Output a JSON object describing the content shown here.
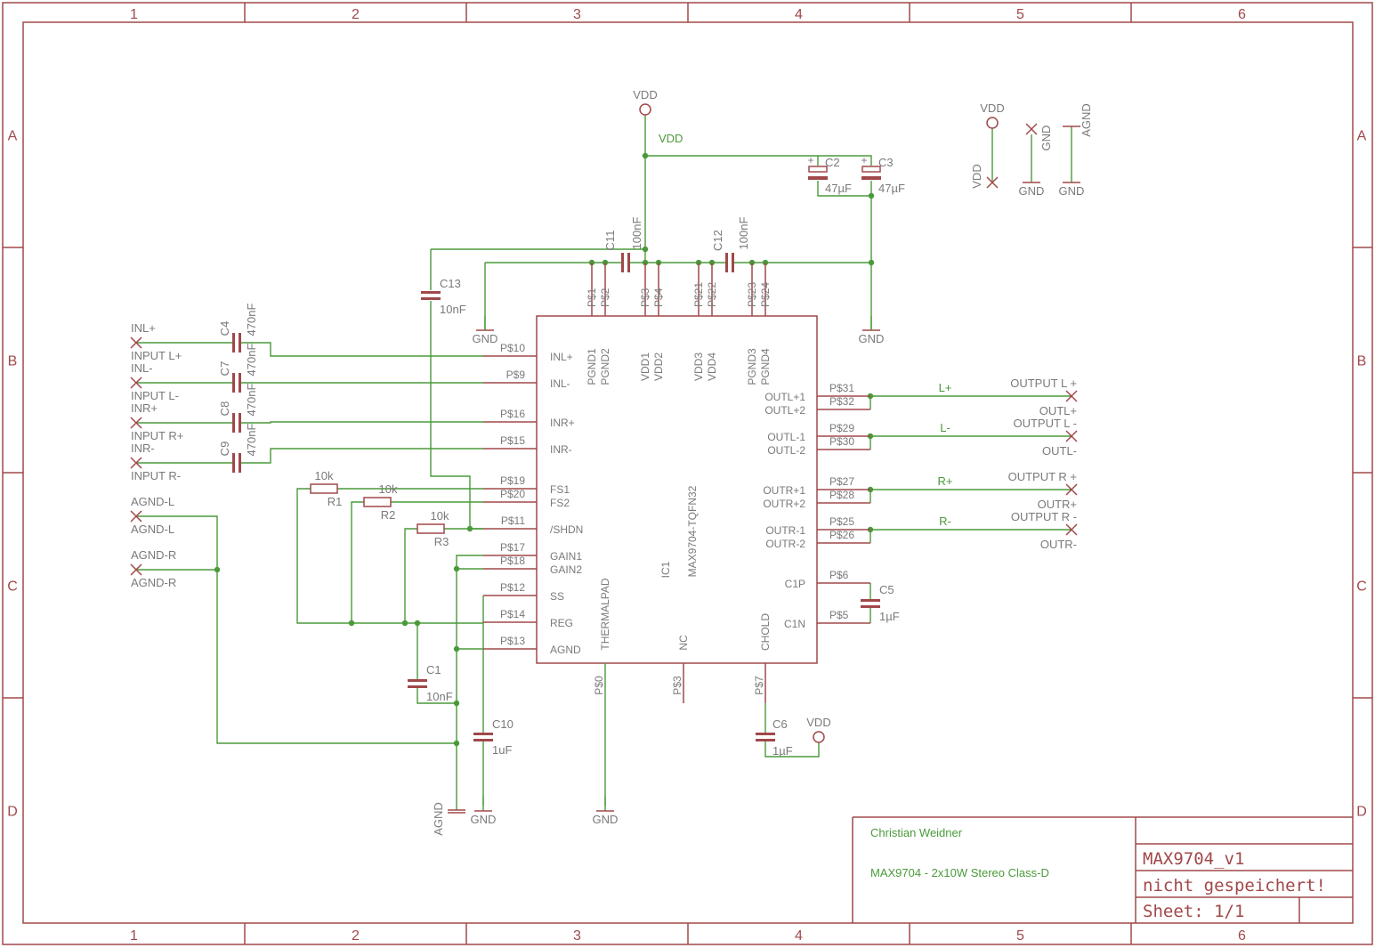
{
  "frame": {
    "columns": [
      "1",
      "2",
      "3",
      "4",
      "5",
      "6"
    ],
    "rows": [
      "A",
      "B",
      "C",
      "D"
    ]
  },
  "title_block": {
    "author": "Christian Weidner",
    "description": "MAX9704 - 2x10W Stereo Class-D",
    "drawing_name": "MAX9704_v1",
    "status": "nicht gespeichert!",
    "sheet": "Sheet: 1/1"
  },
  "ic": {
    "name": "IC1",
    "value": "MAX9704-TQFN32",
    "left_pins": [
      {
        "num": "P$10",
        "name": "INL+"
      },
      {
        "num": "P$9",
        "name": "INL-"
      },
      {
        "num": "P$16",
        "name": "INR+"
      },
      {
        "num": "P$15",
        "name": "INR-"
      },
      {
        "num": "P$19",
        "name": "FS1"
      },
      {
        "num": "P$20",
        "name": "FS2"
      },
      {
        "num": "P$11",
        "name": "/SHDN"
      },
      {
        "num": "P$17",
        "name": "GAIN1"
      },
      {
        "num": "P$18",
        "name": "GAIN2"
      },
      {
        "num": "P$12",
        "name": "SS"
      },
      {
        "num": "P$14",
        "name": "REG"
      },
      {
        "num": "P$13",
        "name": "AGND"
      }
    ],
    "right_pins": [
      {
        "num": "P$31",
        "name": "OUTL+1"
      },
      {
        "num": "P$32",
        "name": "OUTL+2"
      },
      {
        "num": "P$29",
        "name": "OUTL-1"
      },
      {
        "num": "P$30",
        "name": "OUTL-2"
      },
      {
        "num": "P$27",
        "name": "OUTR+1"
      },
      {
        "num": "P$28",
        "name": "OUTR+2"
      },
      {
        "num": "P$25",
        "name": "OUTR-1"
      },
      {
        "num": "P$26",
        "name": "OUTR-2"
      },
      {
        "num": "P$6",
        "name": "C1P"
      },
      {
        "num": "P$5",
        "name": "C1N"
      }
    ],
    "top_pins": [
      {
        "num": "P$1",
        "name": "PGND1"
      },
      {
        "num": "P$2",
        "name": "PGND2"
      },
      {
        "num": "P$3",
        "name": "VDD1"
      },
      {
        "num": "P$4",
        "name": "VDD2"
      },
      {
        "num": "P$21",
        "name": "VDD3"
      },
      {
        "num": "P$22",
        "name": "VDD4"
      },
      {
        "num": "P$23",
        "name": "PGND3"
      },
      {
        "num": "P$24",
        "name": "PGND4"
      }
    ],
    "bottom_pins": [
      {
        "num": "P$0",
        "name": "THERMALPAD"
      },
      {
        "num": "P$3",
        "name": "NC"
      },
      {
        "num": "P$7",
        "name": "CHOLD"
      }
    ]
  },
  "inputs": [
    {
      "net": "INL+",
      "pad": "INPUT L+",
      "cap": "C4",
      "value": "470nF"
    },
    {
      "net": "INL-",
      "pad": "INPUT L-",
      "cap": "C7",
      "value": "470nF"
    },
    {
      "net": "INR+",
      "pad": "INPUT R+",
      "cap": "C8",
      "value": "470nF"
    },
    {
      "net": "INR-",
      "pad": "INPUT R-",
      "cap": "C9",
      "value": "470nF"
    }
  ],
  "agnd_pads": [
    {
      "net": "AGND-L",
      "pad": "AGND-L"
    },
    {
      "net": "AGND-R",
      "pad": "AGND-R"
    }
  ],
  "outputs": [
    {
      "net": "L+",
      "name": "OUTPUT L +",
      "pad": "OUTL+"
    },
    {
      "net": "L-",
      "name": "OUTPUT L -",
      "pad": "OUTL-"
    },
    {
      "net": "R+",
      "name": "OUTPUT R +",
      "pad": "OUTR+"
    },
    {
      "net": "R-",
      "name": "OUTPUT R -",
      "pad": "OUTR-"
    }
  ],
  "resistors": [
    {
      "name": "R1",
      "value": "10k"
    },
    {
      "name": "R2",
      "value": "10k"
    },
    {
      "name": "R3",
      "value": "10k"
    }
  ],
  "caps": {
    "C1": {
      "name": "C1",
      "value": "10nF"
    },
    "C2": {
      "name": "C2",
      "value": "47µF"
    },
    "C3": {
      "name": "C3",
      "value": "47µF"
    },
    "C5": {
      "name": "C5",
      "value": "1µF"
    },
    "C6": {
      "name": "C6",
      "value": "1µF"
    },
    "C10": {
      "name": "C10",
      "value": "1uF"
    },
    "C11": {
      "name": "C11",
      "value": "100nF"
    },
    "C12": {
      "name": "C12",
      "value": "100nF"
    },
    "C13": {
      "name": "C13",
      "value": "10nF"
    }
  },
  "supplies": {
    "vdd": "VDD",
    "gnd": "GND",
    "agnd": "AGND",
    "vdd_net": "VDD"
  },
  "colors": {
    "part": "#a0484a",
    "wire": "#4a9a3a",
    "text_grey": "#7a7a7a"
  }
}
